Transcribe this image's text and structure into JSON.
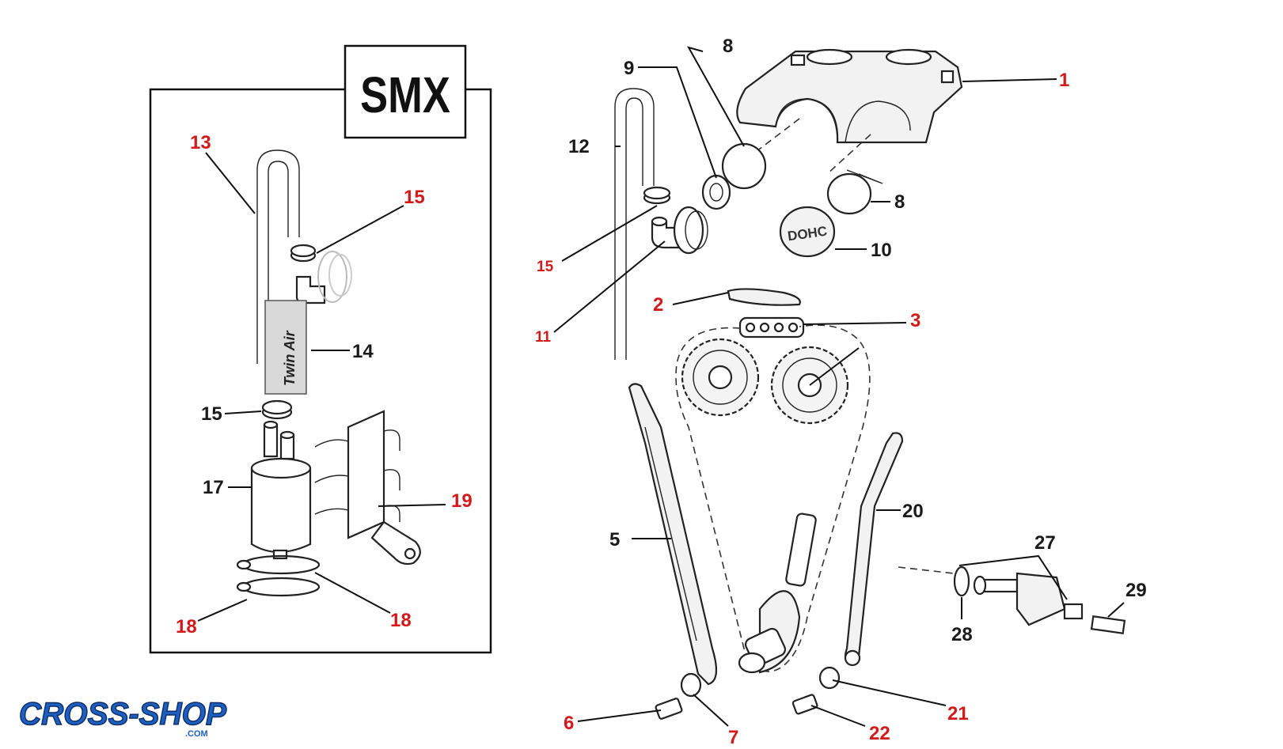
{
  "smx_box": {
    "title": "SMX",
    "hose_sleeve_text": "Twin Air"
  },
  "part_labels": {
    "p1": "1",
    "p2": "2",
    "p3": "3",
    "p5": "5",
    "p6": "6",
    "p7": "7",
    "p8a": "8",
    "p8b": "8",
    "p9": "9",
    "p10": "10",
    "p11": "11",
    "p12": "12",
    "p13": "13",
    "p14": "14",
    "p15a": "15",
    "p15b": "15",
    "p15c": "15",
    "p17": "17",
    "p18a": "18",
    "p18b": "18",
    "p19": "19",
    "p20": "20",
    "p21": "21",
    "p22": "22",
    "p27": "27",
    "p28": "28",
    "p29": "29"
  },
  "cover_plug_text": "DOHC",
  "logo": {
    "main": "CROSS-SHOP",
    "sub": ".COM"
  },
  "colors": {
    "label_red": "#d21a1a",
    "label_black": "#1a1a1a",
    "logo_blue": "#1f5fbf"
  }
}
